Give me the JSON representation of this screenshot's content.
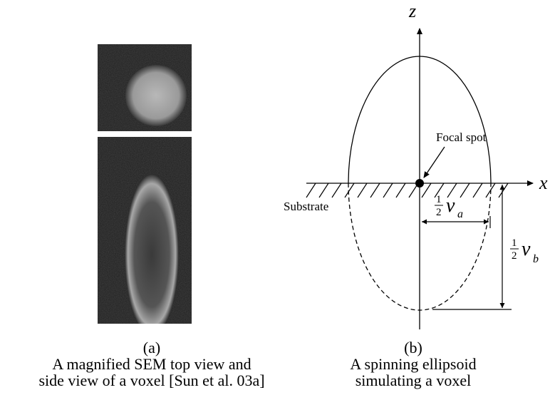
{
  "panel_a": {
    "image": "sem-micrograph-top-and-side-view-of-voxel",
    "caption_letter": "(a)",
    "caption_line1": "A magnified SEM top view and",
    "caption_line2": "side view of a voxel [Sun et al. 03a]"
  },
  "panel_b": {
    "axis_z": "z",
    "axis_x": "x",
    "focal_spot_label": "Focal spot",
    "substrate_label": "Substrate",
    "half_symbol": "1",
    "half_denominator": "2",
    "va_symbol": "v",
    "va_subscript": "a",
    "vb_symbol": "v",
    "vb_subscript": "b",
    "caption_letter": "(b)",
    "caption_line1": "A spinning ellipsoid",
    "caption_line2": "simulating a voxel"
  }
}
